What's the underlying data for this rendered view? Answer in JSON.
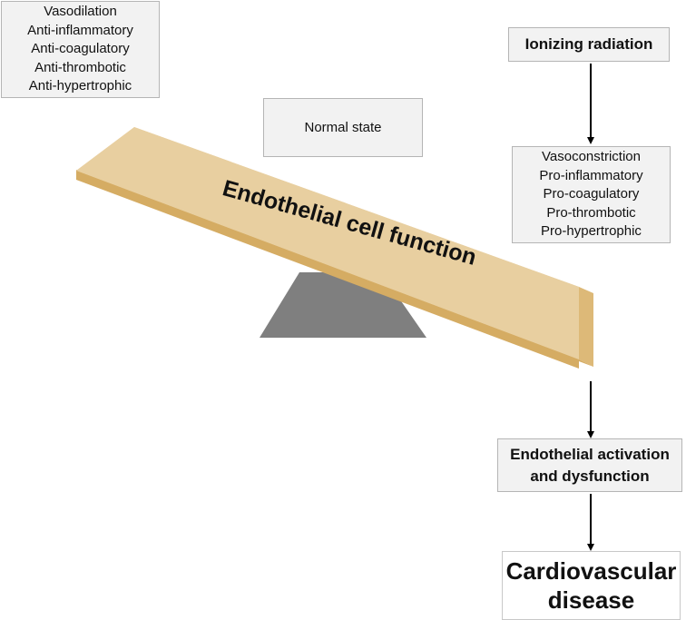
{
  "left_box": {
    "lines": [
      "Vasodilation",
      "Anti-inflammatory",
      "Anti-coagulatory",
      "Anti-thrombotic",
      "Anti-hypertrophic"
    ]
  },
  "normal_state": {
    "label": "Normal state"
  },
  "beam": {
    "label": "Endothelial cell function",
    "beam_color": "#e8cfa0",
    "edge_color": "#d5ac63",
    "fulcrum_color": "#7f7f7f"
  },
  "ionizing_radiation": {
    "label": "Ionizing radiation"
  },
  "right_box": {
    "lines": [
      "Vasoconstriction",
      "Pro-inflammatory",
      "Pro-coagulatory",
      "Pro-thrombotic",
      "Pro-hypertrophic"
    ]
  },
  "dysfunction": {
    "lines": [
      "Endothelial activation",
      "and dysfunction"
    ]
  },
  "disease": {
    "lines": [
      "Cardiovascular",
      "disease"
    ]
  }
}
